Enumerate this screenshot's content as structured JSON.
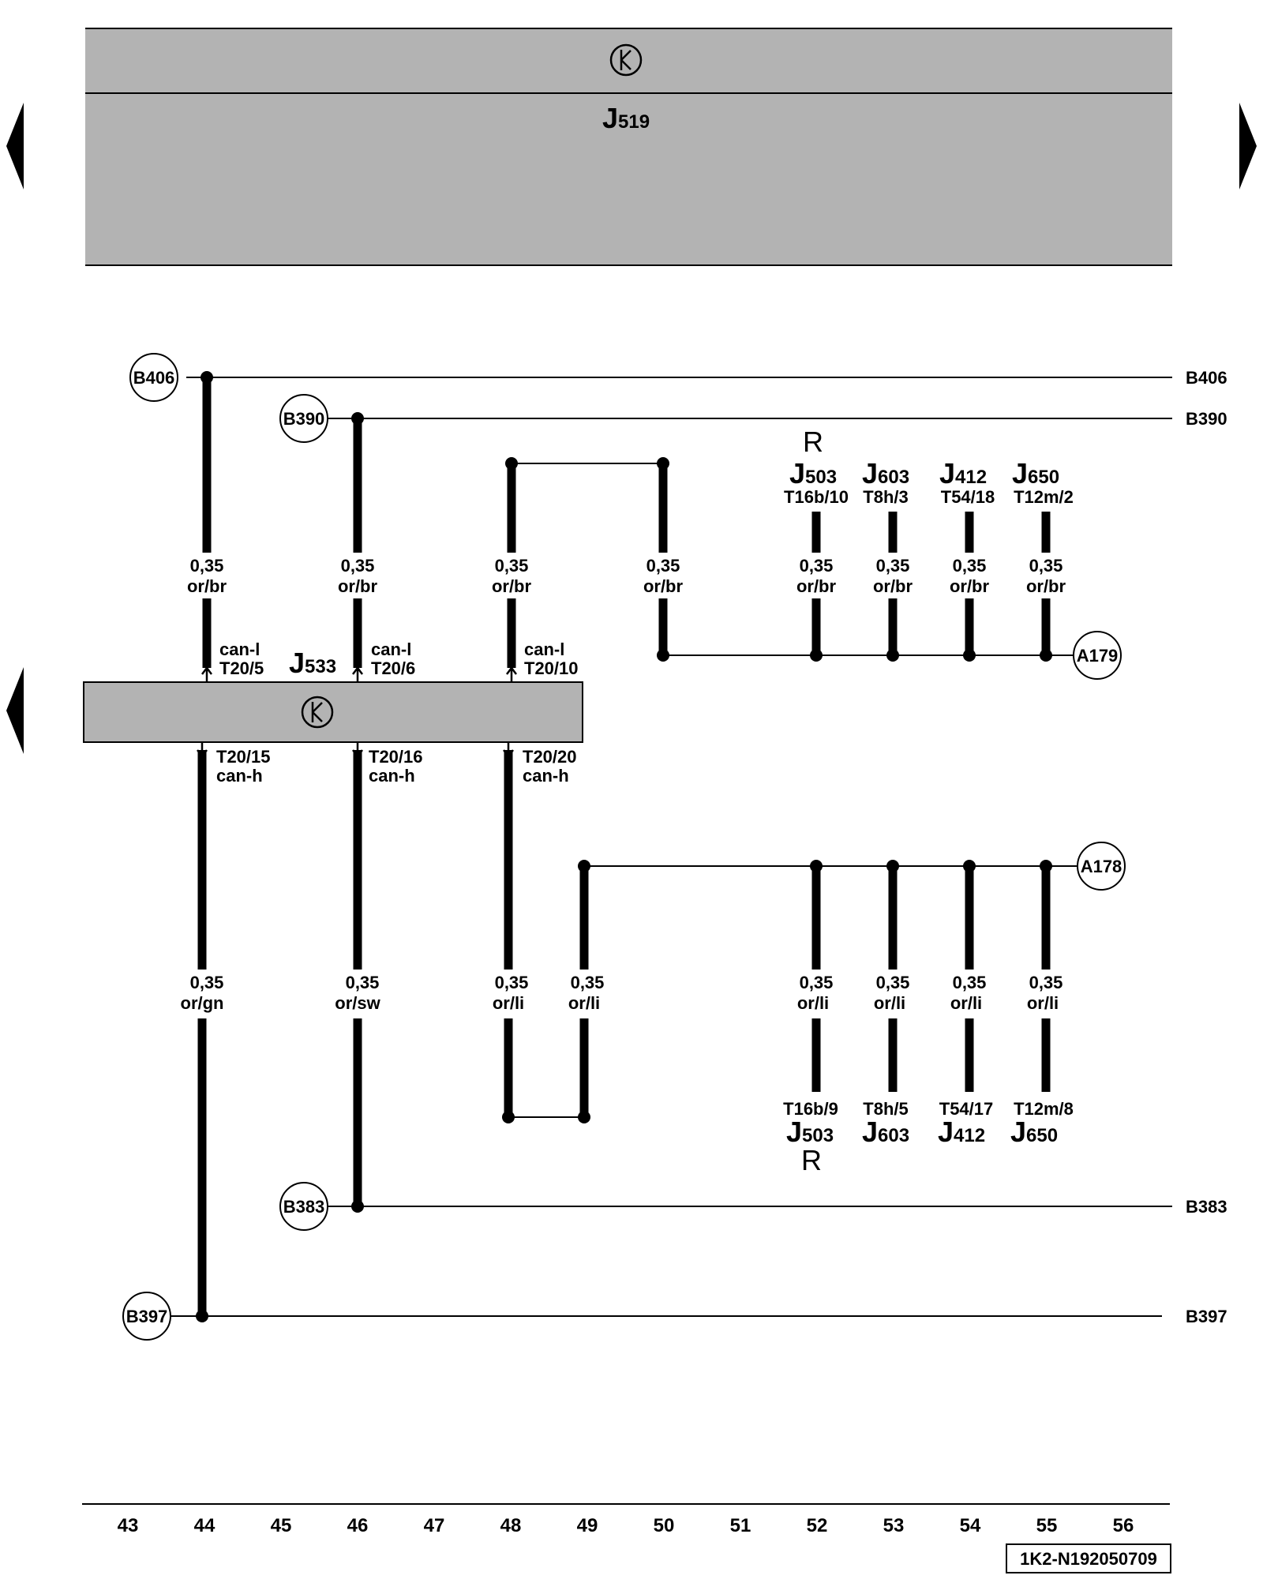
{
  "top_unit": {
    "name": "J",
    "sub": "519"
  },
  "gateway": {
    "name": "J",
    "sub": "533"
  },
  "buses": {
    "b406": "B406",
    "b390": "B390",
    "b383": "B383",
    "b397": "B397"
  },
  "connectors": {
    "a179": "A179",
    "a178": "A178"
  },
  "gateway_pins": {
    "top": [
      {
        "signal": "can-l",
        "pin": "T20/5"
      },
      {
        "signal": "can-l",
        "pin": "T20/6"
      },
      {
        "signal": "can-l",
        "pin": "T20/10"
      }
    ],
    "bottom": [
      {
        "pin": "T20/15",
        "signal": "can-h"
      },
      {
        "pin": "T20/16",
        "signal": "can-h"
      },
      {
        "pin": "T20/20",
        "signal": "can-h"
      }
    ]
  },
  "wires_upper": [
    {
      "size": "0,35",
      "color": "or/br"
    },
    {
      "size": "0,35",
      "color": "or/br"
    },
    {
      "size": "0,35",
      "color": "or/br"
    },
    {
      "size": "0,35",
      "color": "or/br"
    },
    {
      "size": "0,35",
      "color": "or/br"
    },
    {
      "size": "0,35",
      "color": "or/br"
    },
    {
      "size": "0,35",
      "color": "or/br"
    },
    {
      "size": "0,35",
      "color": "or/br"
    }
  ],
  "wires_lower": [
    {
      "size": "0,35",
      "color": "or/gn"
    },
    {
      "size": "0,35",
      "color": "or/sw"
    },
    {
      "size": "0,35",
      "color": "or/li"
    },
    {
      "size": "0,35",
      "color": "or/li"
    },
    {
      "size": "0,35",
      "color": "or/li"
    },
    {
      "size": "0,35",
      "color": "or/li"
    },
    {
      "size": "0,35",
      "color": "or/li"
    },
    {
      "size": "0,35",
      "color": "or/li"
    }
  ],
  "devices_upper": [
    {
      "marker": "R",
      "name": "J",
      "sub": "503",
      "pin": "T16b/10"
    },
    {
      "name": "J",
      "sub": "603",
      "pin": "T8h/3"
    },
    {
      "name": "J",
      "sub": "412",
      "pin": "T54/18"
    },
    {
      "name": "J",
      "sub": "650",
      "pin": "T12m/2"
    }
  ],
  "devices_lower": [
    {
      "pin": "T16b/9",
      "name": "J",
      "sub": "503",
      "marker": "R"
    },
    {
      "pin": "T8h/5",
      "name": "J",
      "sub": "603"
    },
    {
      "pin": "T54/17",
      "name": "J",
      "sub": "412"
    },
    {
      "pin": "T12m/8",
      "name": "J",
      "sub": "650"
    }
  ],
  "column_numbers": [
    "43",
    "44",
    "45",
    "46",
    "47",
    "48",
    "49",
    "50",
    "51",
    "52",
    "53",
    "54",
    "55",
    "56"
  ],
  "diagram_id": "1K2-N192050709",
  "colors": {
    "box_fill": "#b3b3b3",
    "line": "#000000",
    "background": "#ffffff"
  }
}
